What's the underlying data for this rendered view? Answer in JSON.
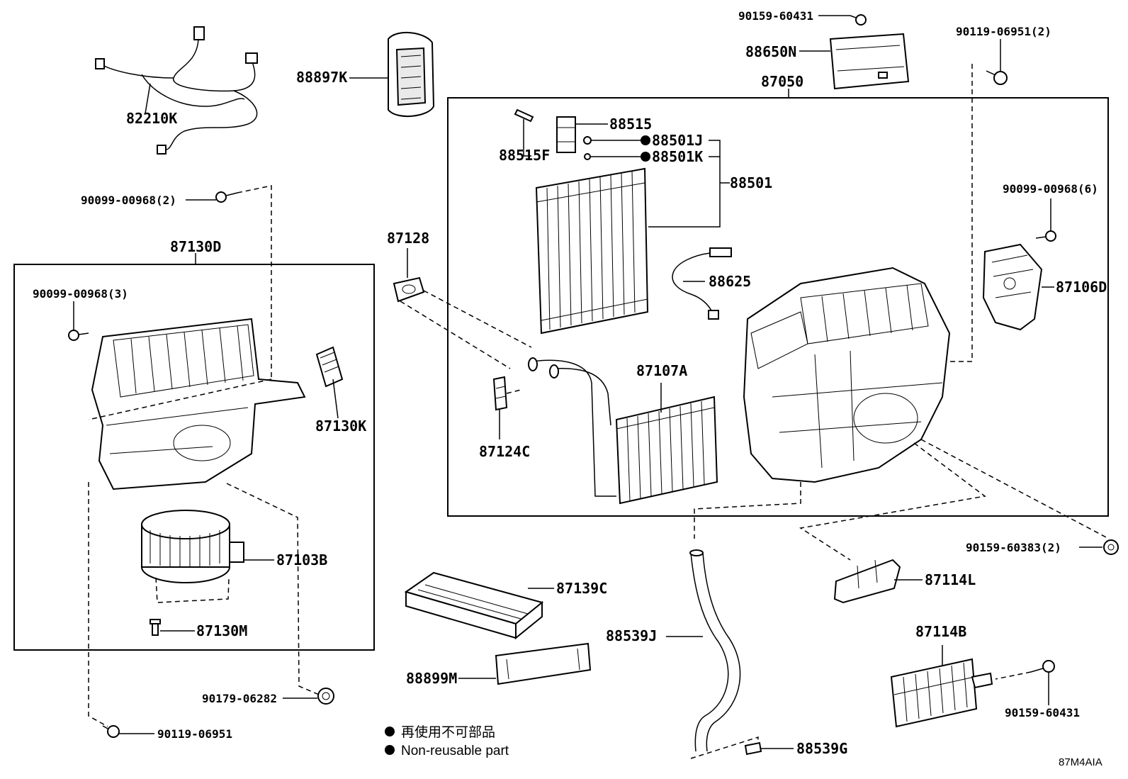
{
  "diagram_code": "87M4AIA",
  "legend": {
    "line_ja": "再使用不可部品",
    "line_en": "Non-reusable part"
  },
  "labels": {
    "p82210K": "82210K",
    "p88897K": "88897K",
    "p90159_60431_top": "90159-60431",
    "p88650N": "88650N",
    "p87050": "87050",
    "p90119_06951_2": "90119-06951(2)",
    "p88515": "88515",
    "p88515F": "88515F",
    "p88501J": "88501J",
    "p88501K": "88501K",
    "p88501": "88501",
    "p90099_00968_2": "90099-00968(2)",
    "p87130D": "87130D",
    "p90099_00968_3": "90099-00968(3)",
    "p87130K": "87130K",
    "p87128": "87128",
    "p88625": "88625",
    "p90099_00968_6": "90099-00968(6)",
    "p87106D": "87106D",
    "p87107A": "87107A",
    "p87124C": "87124C",
    "p87103B": "87103B",
    "p87130M": "87130M",
    "p87139C": "87139C",
    "p90159_60383_2": "90159-60383(2)",
    "p87114L": "87114L",
    "p88539J": "88539J",
    "p87114B": "87114B",
    "p88899M": "88899M",
    "p90179_06282": "90179-06282",
    "p90159_60431_bot": "90159-60431",
    "p90119_06951": "90119-06951",
    "p88539G": "88539G"
  }
}
